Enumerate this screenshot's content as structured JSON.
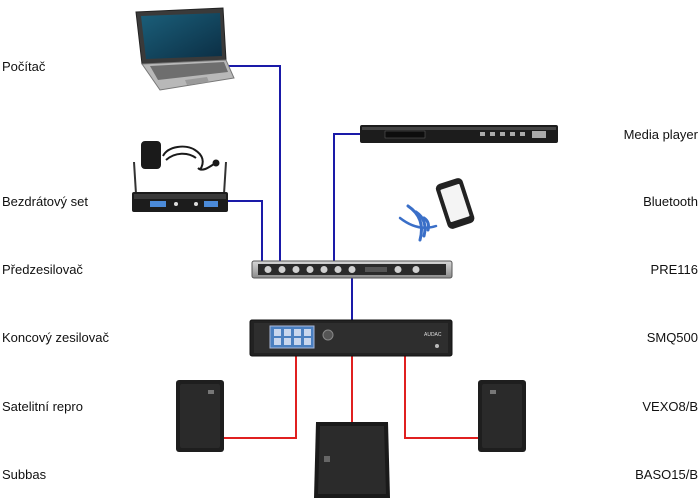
{
  "rows": [
    {
      "label": "Počítač",
      "model": ""
    },
    {
      "label": "Bezdrátový set",
      "model": "Bluetooth"
    },
    {
      "label": "Předzesilovač",
      "model": "PRE116"
    },
    {
      "label": "Koncový zesilovač",
      "model": "SMQ500"
    },
    {
      "label": "Satelitní repro",
      "model": "VEXO8/B"
    },
    {
      "label": "Subbas",
      "model": "BASO15/B"
    }
  ],
  "media_player_label": "Media player",
  "amp_brand": "AUDAC",
  "colors": {
    "signal_line": "#1a1aa8",
    "speaker_line": "#e02020",
    "device_dark": "#1c1c1c"
  },
  "icons": [
    "laptop-icon",
    "wireless-receiver-icon",
    "headset-mic-icon",
    "media-player-icon",
    "smartphone-icon",
    "bluetooth-waves-icon",
    "preamplifier-icon",
    "power-amplifier-icon",
    "satellite-speaker-icon",
    "subwoofer-icon"
  ]
}
